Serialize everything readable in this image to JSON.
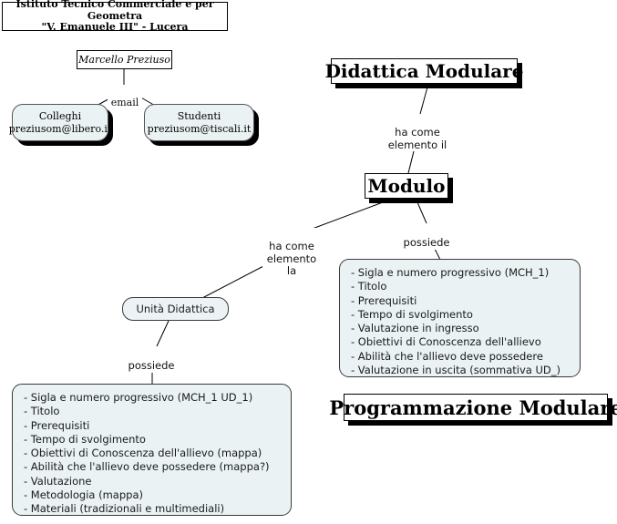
{
  "institute": {
    "line1": "Istituto Tecnico Commerciale e per Geometra",
    "line2": "\"V. Emanuele III\" - Lucera"
  },
  "author": {
    "name": "Marcello Preziuso"
  },
  "email_link_label": "email",
  "contacts": [
    {
      "role": "Colleghi",
      "address": "preziusom@libero.it"
    },
    {
      "role": "Studenti",
      "address": "preziusom@tiscali.it"
    }
  ],
  "concepts": {
    "didattica_modulare": "Didattica Modulare",
    "modulo": "Modulo",
    "unita_didattica": "Unità Didattica",
    "programmazione_modulare": "Programmazione Modulare"
  },
  "links": {
    "didattica_to_modulo": "ha come\nelemento il",
    "modulo_to_unita": "ha come\nelemento\nla",
    "modulo_possiede": "possiede",
    "unita_possiede": "possiede"
  },
  "modulo_attributes": {
    "items": [
      "- Sigla e numero progressivo (MCH_1)",
      "- Titolo",
      "- Prerequisiti",
      "- Tempo di svolgimento",
      "- Valutazione in ingresso",
      "- Obiettivi di Conoscenza dell'allievo",
      "- Abilità che l'allievo deve possedere",
      "- Valutazione in uscita (sommativa UD_)"
    ]
  },
  "unita_attributes": {
    "items": [
      "- Sigla e numero progressivo (MCH_1 UD_1)",
      "- Titolo",
      "- Prerequisiti",
      "- Tempo di svolgimento",
      "- Obiettivi di Conoscenza dell'allievo (mappa)",
      "- Abilità che l'allievo deve possedere (mappa?)",
      "- Valutazione",
      "- Metodologia (mappa)",
      "- Materiali (tradizionali e multimediali)"
    ]
  },
  "colors": {
    "node_fill": "#eaf2f4",
    "node_border": "#3a3a3a",
    "shadow": "#000000",
    "line": "#000000",
    "text": "#111111",
    "background": "#ffffff"
  }
}
